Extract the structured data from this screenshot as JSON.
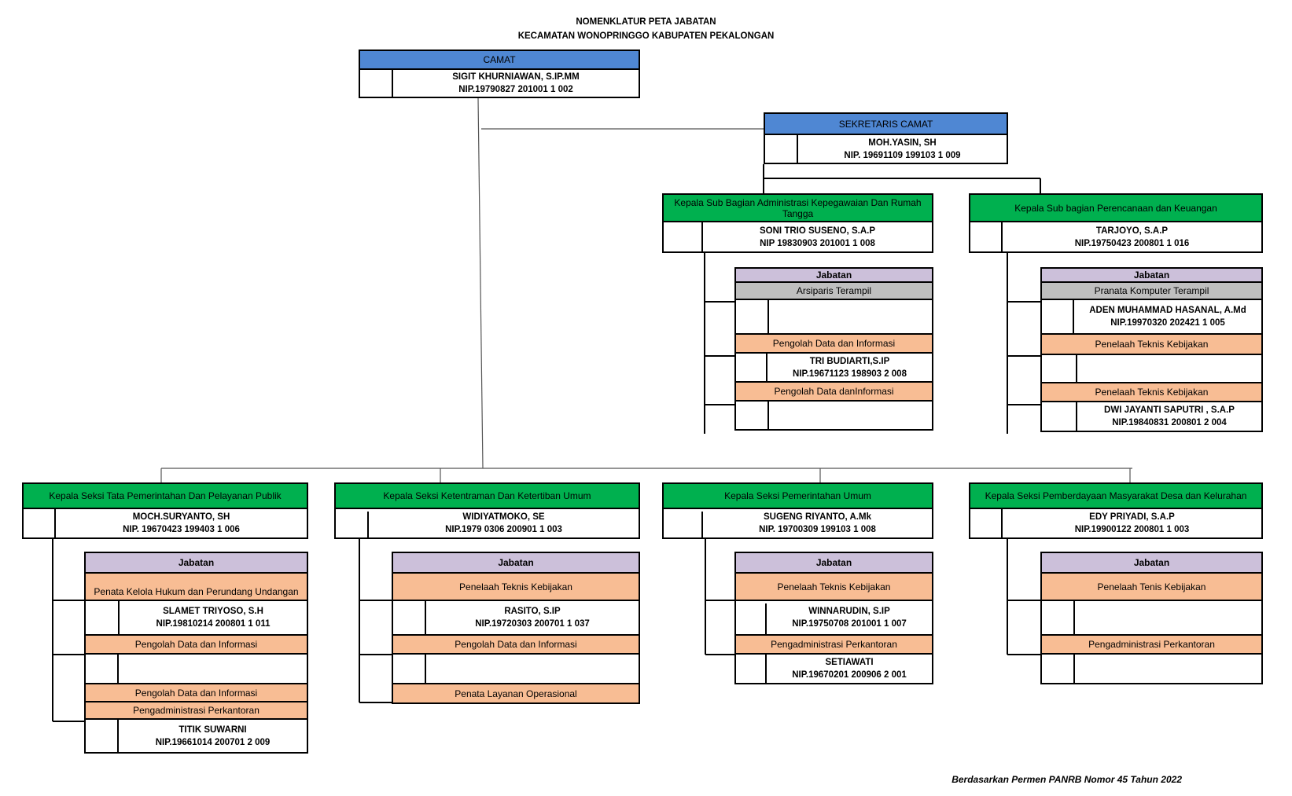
{
  "title": {
    "line1": "NOMENKLATUR PETA JABATAN",
    "line2": "KECAMATAN WONOPRINGGO KABUPATEN PEKALONGAN"
  },
  "camat": {
    "title": "CAMAT",
    "name": "SIGIT KHURNIAWAN, S.IP.MM",
    "nip": "NIP.19790827 201001 1 002"
  },
  "sekcam": {
    "title": "SEKRETARIS CAMAT",
    "name": "MOH.YASIN, SH",
    "nip": "NIP. 19691109 199103 1 009"
  },
  "subbag1": {
    "title": "Kepala Sub Bagian Administrasi Kepegawaian Dan Rumah Tangga",
    "name": "SONI TRIO SUSENO, S.A.P",
    "nip": "NIP 19830903 201001 1 008",
    "jabatan_label": "Jabatan",
    "pos1": "Arsiparis Terampil",
    "pos2": "Pengolah Data dan Informasi",
    "pos2_name": "TRI BUDIARTI,S.IP",
    "pos2_nip": "NIP.19671123 198903 2 008",
    "pos3": "Pengolah Data danInformasi"
  },
  "subbag2": {
    "title": "Kepala Sub bagian Perencanaan dan Keuangan",
    "name": "TARJOYO, S.A.P",
    "nip": "NIP.19750423 200801 1 016",
    "jabatan_label": "Jabatan",
    "pos1": "Pranata Komputer Terampil",
    "pos1_name": "ADEN MUHAMMAD HASANAL, A.Md",
    "pos1_nip": "NIP.19970320 202421 1 005",
    "pos2": "Penelaah Teknis Kebijakan",
    "pos3": "Penelaah Teknis Kebijakan",
    "pos3_name": "DWI JAYANTI SAPUTRI , S.A.P",
    "pos3_nip": "NIP.19840831 200801 2 004"
  },
  "seksi1": {
    "title": "Kepala Seksi Tata Pemerintahan Dan Pelayanan Publik",
    "name": "MOCH.SURYANTO, SH",
    "nip": "NIP. 19670423 199403 1 006",
    "jabatan_label": "Jabatan",
    "pos1": "Penata Kelola Hukum dan Perundang Undangan",
    "pos1_name": "SLAMET TRIYOSO, S.H",
    "pos1_nip": "NIP.19810214 200801 1 011",
    "pos2": "Pengolah Data dan Informasi",
    "pos3": "Pengolah Data dan Informasi",
    "pos4": "Pengadministrasi Perkantoran",
    "pos4_name": "TITIK SUWARNI",
    "pos4_nip": "NIP.19661014 200701 2 009"
  },
  "seksi2": {
    "title": "Kepala Seksi Ketentraman Dan Ketertiban Umum",
    "name": "WIDIYATMOKO, SE",
    "nip": "NIP.1979 0306 200901 1 003",
    "jabatan_label": "Jabatan",
    "pos1": "Penelaah Teknis Kebijakan",
    "pos1_name": "RASITO, S.IP",
    "pos1_nip": "NIP.19720303 200701 1 037",
    "pos2": "Pengolah Data dan Informasi",
    "pos3": "Penata Layanan Operasional"
  },
  "seksi3": {
    "title": "Kepala Seksi Pemerintahan Umum",
    "name": "SUGENG RIYANTO, A.Mk",
    "nip": "NIP. 19700309 199103 1 008",
    "jabatan_label": "Jabatan",
    "pos1": "Penelaah Teknis Kebijakan",
    "pos1_name": "WINNARUDIN, S.IP",
    "pos1_nip": "NIP.19750708 201001 1 007",
    "pos2": "Pengadministrasi Perkantoran",
    "pos2_name": "SETIAWATI",
    "pos2_nip": "NIP.19670201 200906 2 001"
  },
  "seksi4": {
    "title": "Kepala Seksi Pemberdayaan Masyarakat Desa dan Kelurahan",
    "name": "EDY PRIYADI, S.A.P",
    "nip": "NIP.19900122 200801 1 003",
    "jabatan_label": "Jabatan",
    "pos1": "Penelaah Tenis Kebijakan",
    "pos2": "Pengadministrasi Perkantoran"
  },
  "footnote": "Berdasarkan Permen  PANRB  Nomor  45 Tahun 2022",
  "colors": {
    "blue": "#4f87d3",
    "green": "#00b04f",
    "purple": "#ccc0da",
    "grey": "#bfbfbf",
    "orange": "#f8bd94"
  }
}
